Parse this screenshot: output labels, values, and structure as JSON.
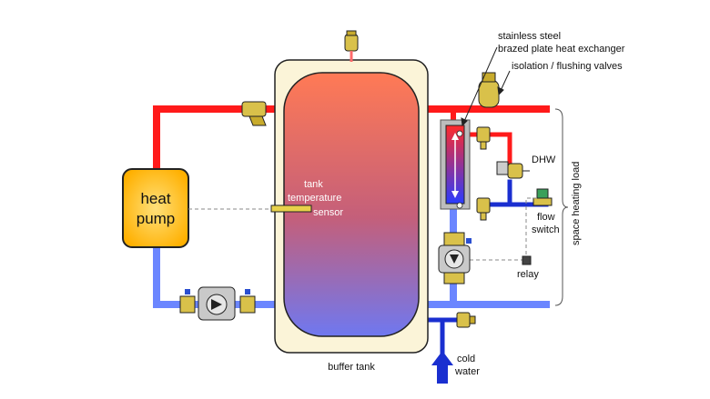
{
  "labels": {
    "heat_pump_line1": "heat",
    "heat_pump_line2": "pump",
    "sensor_line1": "tank",
    "sensor_line2": "temperature",
    "sensor_line3": "sensor",
    "buffer_tank": "buffer tank",
    "hx_line1": "stainless steel",
    "hx_line2": "brazed plate heat exchanger",
    "valves": "isolation / flushing valves",
    "dhw": "DHW",
    "flow_switch_line1": "flow",
    "flow_switch_line2": "switch",
    "relay": "relay",
    "cold_water_line1": "cold",
    "cold_water_line2": "water",
    "space_heating": "space heating load"
  },
  "colors": {
    "hot_pipe": "#ff1a1a",
    "cold_pipe": "#6b86ff",
    "dark_blue_pipe": "#1a2fd0",
    "tank_top": "#ff7a55",
    "tank_bottom": "#6f78f0",
    "tank_jacket": "#fbf4d8",
    "heat_pump_fill": "#ffc21a",
    "brass": "#d9c14a"
  }
}
